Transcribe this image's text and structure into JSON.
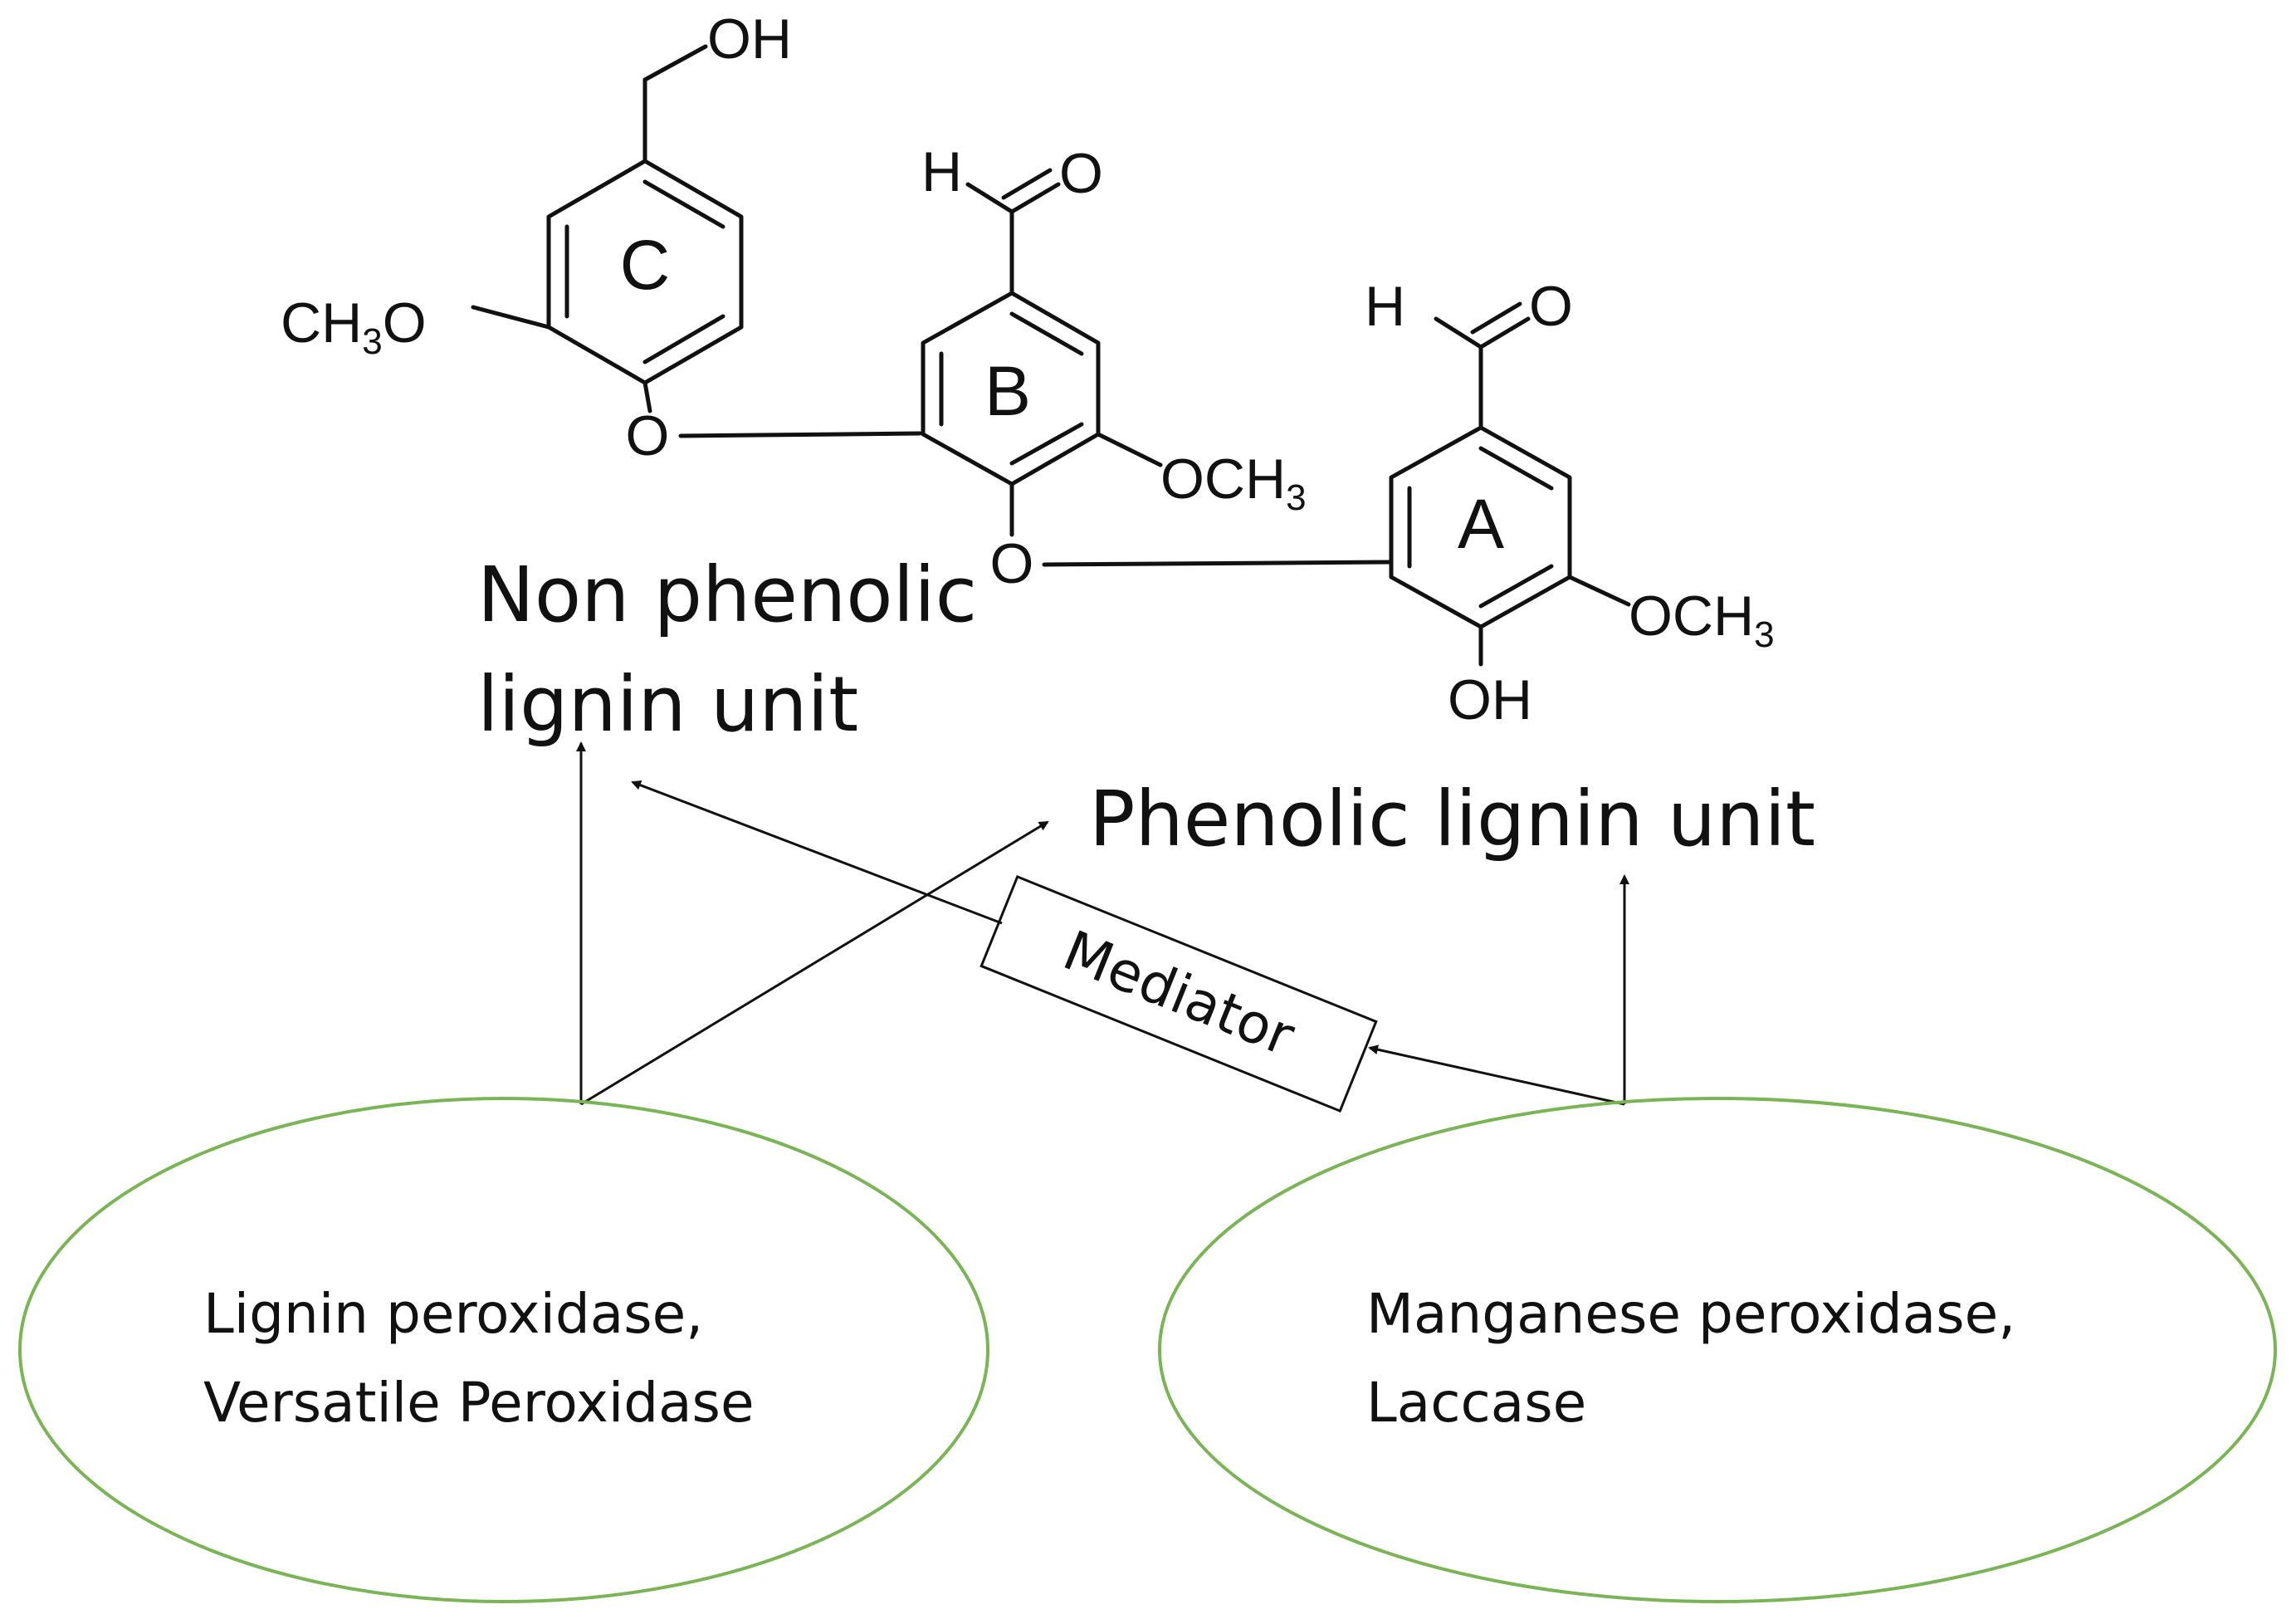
{
  "structure": {
    "ring_labels": [
      "C",
      "B",
      "A"
    ],
    "groups": {
      "hydroxymethyl": "OH",
      "ring_c_methoxy": {
        "prefix": "CH",
        "sub": "3",
        "suffix": "O"
      },
      "aldehyde_b": {
        "h": "H",
        "o": "O"
      },
      "aldehyde_a": {
        "h": "H",
        "o": "O"
      },
      "ether_c_b": "O",
      "ether_b_a": "O",
      "ring_b_methoxy": {
        "prefix": "OCH",
        "sub": "3"
      },
      "ring_a_methoxy": {
        "prefix": "OCH",
        "sub": "3"
      },
      "ring_a_hydroxyl": "OH"
    }
  },
  "labels": {
    "non_phenolic_line1": "Non phenolic",
    "non_phenolic_line2": "lignin unit",
    "phenolic": "Phenolic lignin unit",
    "mediator": "Mediator"
  },
  "enzymes": {
    "left_line1": "Lignin peroxidase,",
    "left_line2": "Versatile Peroxidase",
    "right_line1": "Manganese peroxidase,",
    "right_line2": "Laccase"
  },
  "colors": {
    "ellipse_stroke": "#7ab555",
    "ink": "#111111"
  }
}
